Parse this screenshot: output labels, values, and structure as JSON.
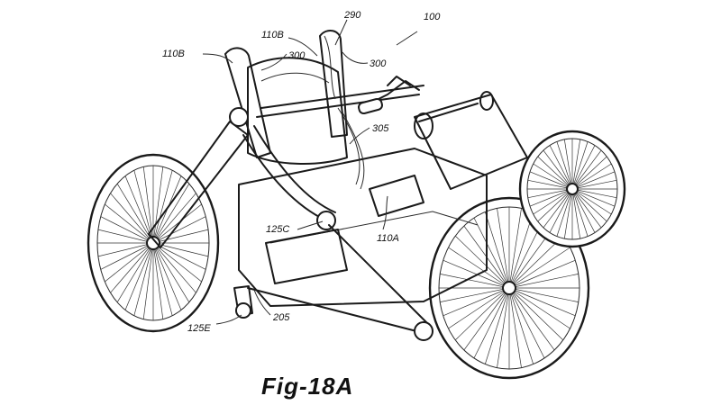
{
  "figure": {
    "caption": "Fig-18A",
    "labels": {
      "ref_100": "100",
      "ref_290": "290",
      "ref_110B_left": "110B",
      "ref_110B_top": "110B",
      "ref_300_left": "300",
      "ref_300_right": "300",
      "ref_305": "305",
      "ref_110A": "110A",
      "ref_125C": "125C",
      "ref_125E": "125E",
      "ref_205": "205"
    }
  }
}
